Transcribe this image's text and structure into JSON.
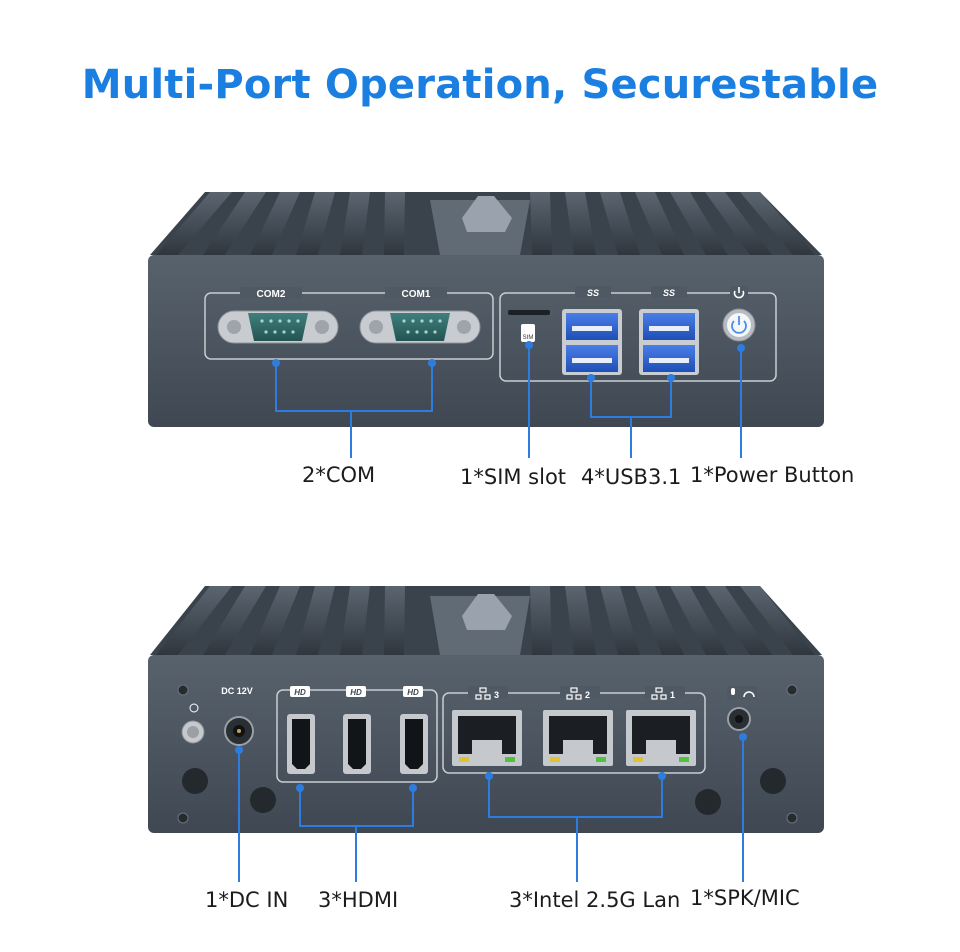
{
  "title": "Multi-Port Operation, Securestable",
  "front_panel": {
    "port_labels": {
      "com2": "COM2",
      "com1": "COM1",
      "sim": "SIM",
      "usb_logo": "SS"
    },
    "callouts": [
      "2*COM",
      "1*SIM slot",
      "4*USB3.1",
      "1*Power Button"
    ]
  },
  "rear_panel": {
    "port_labels": {
      "dc": "DC 12V",
      "hdmi_logo": "HD",
      "lan3": "3",
      "lan2": "2",
      "lan1": "1"
    },
    "callouts": [
      "1*DC IN",
      "3*HDMI",
      "3*Intel 2.5G Lan",
      "1*SPK/MIC"
    ]
  },
  "colors": {
    "title": "#1a7fe0",
    "callout_line": "#2d7de0",
    "chassis": "#4f5a66",
    "port_blue": "#2e5fc7"
  }
}
